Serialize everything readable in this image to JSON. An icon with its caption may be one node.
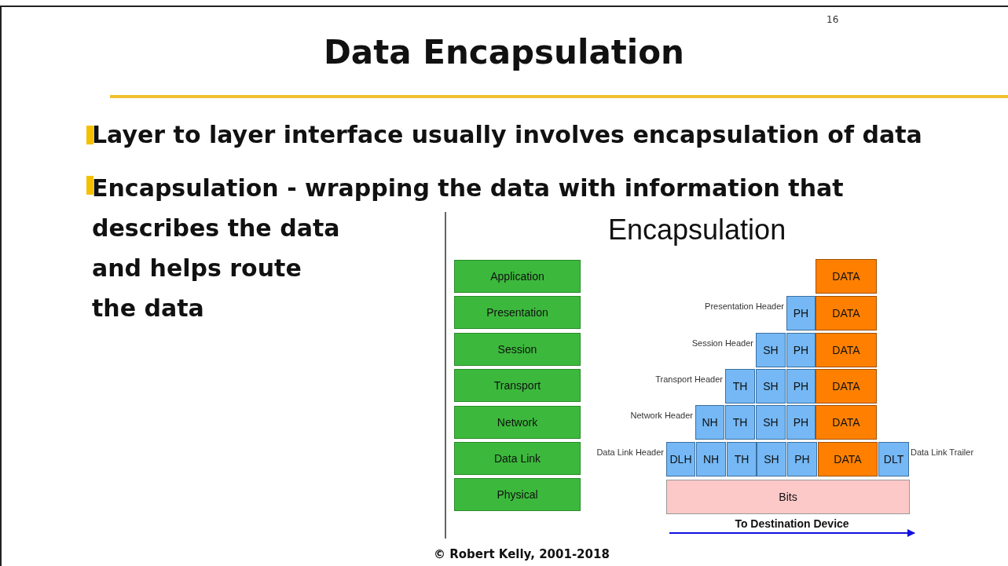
{
  "diagram": {
    "title": "Data Encapsulation",
    "nodes": [
      {
        "text": [
          "Application"
        ]
      },
      {
        "text": [
          "Presentation"
        ]
      },
      {
        "text": [
          "Session"
        ]
      },
      {
        "text": [
          "Transport"
        ]
      },
      {
        "text": [
          "Network"
        ]
      },
      {
        "text": [
          "Data Link"
        ]
      },
      {
        "text": [
          "Physical"
        ]
      },
      {
        "text": [
          "DATA"
        ]
      },
      {
        "text": [
          "PH"
        ],
        "beside": [
          "Presentation Header"
        ]
      },
      {
        "text": [
          "DATA"
        ]
      },
      {
        "text": [
          "SH"
        ],
        "beside": [
          "Session Header"
        ]
      },
      {
        "text": [
          "PH"
        ]
      },
      {
        "text": [
          "DATA"
        ]
      },
      {
        "text": [
          "TH"
        ],
        "beside": [
          "Transport Header"
        ]
      },
      {
        "text": [
          "SH"
        ]
      },
      {
        "text": [
          "PH"
        ]
      },
      {
        "text": [
          "DATA"
        ]
      },
      {
        "text": [
          "NH"
        ],
        "beside": [
          "Network Header"
        ]
      },
      {
        "text": [
          "TH"
        ]
      },
      {
        "text": [
          "SH"
        ]
      },
      {
        "text": [
          "PH"
        ]
      },
      {
        "text": [
          "DATA"
        ]
      },
      {
        "text": [
          "DLH"
        ],
        "beside": [
          "Data Link Header"
        ]
      },
      {
        "text": [
          "NH"
        ]
      },
      {
        "text": [
          "TH"
        ]
      },
      {
        "text": [
          "SH"
        ]
      },
      {
        "text": [
          "PH"
        ]
      },
      {
        "text": [
          "DATA"
        ]
      },
      {
        "text": [
          "DLT"
        ],
        "beside": [
          "Data Link Trailer"
        ]
      },
      {
        "text": [
          "Bits"
        ]
      }
    ],
    "labels": [
      "16",
      "Layer to layer interface usually involves encapsulation of data",
      "Encapsulation - wrapping the data with information that describes the data and helps route the data",
      "Encapsulation",
      "To Destination Device",
      "© Robert Kelly, 2001-2018"
    ]
  }
}
